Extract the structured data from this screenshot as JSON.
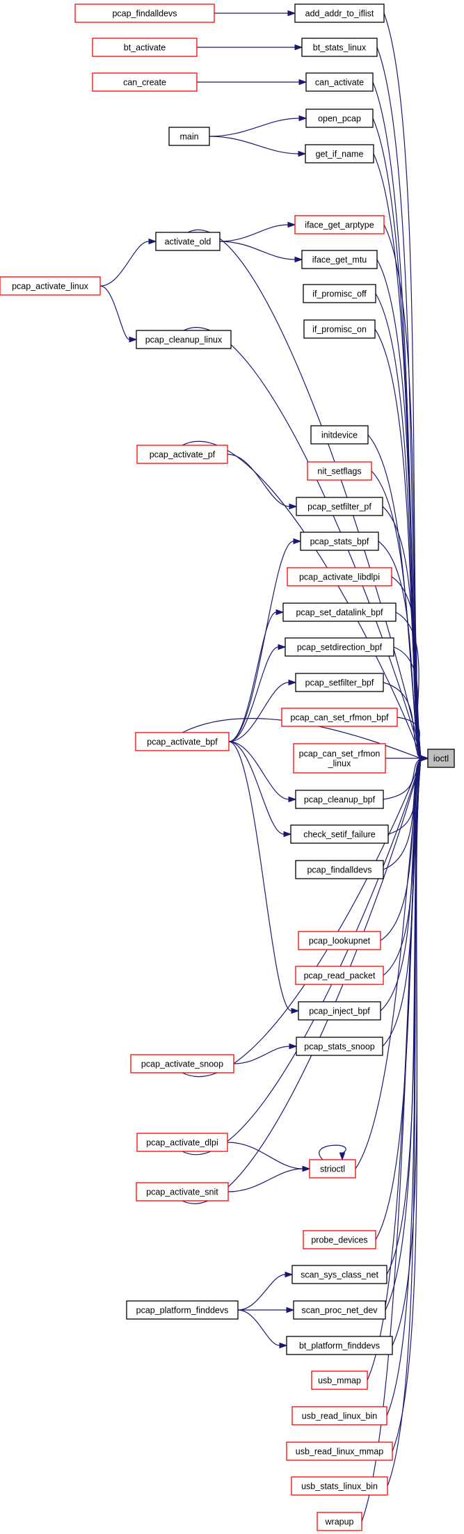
{
  "graph": {
    "target": "ioctl",
    "nodes": [
      {
        "id": "pcap_findalldevs_top",
        "label": "pcap_findalldevs",
        "style": "red"
      },
      {
        "id": "add_addr_to_iflist",
        "label": "add_addr_to_iflist",
        "style": "black"
      },
      {
        "id": "bt_activate",
        "label": "bt_activate",
        "style": "red"
      },
      {
        "id": "bt_stats_linux",
        "label": "bt_stats_linux",
        "style": "black"
      },
      {
        "id": "can_create",
        "label": "can_create",
        "style": "red"
      },
      {
        "id": "can_activate",
        "label": "can_activate",
        "style": "black"
      },
      {
        "id": "main",
        "label": "main",
        "style": "black"
      },
      {
        "id": "open_pcap",
        "label": "open_pcap",
        "style": "black"
      },
      {
        "id": "get_if_name",
        "label": "get_if_name",
        "style": "black"
      },
      {
        "id": "activate_old",
        "label": "activate_old",
        "style": "black"
      },
      {
        "id": "iface_get_arptype",
        "label": "iface_get_arptype",
        "style": "red"
      },
      {
        "id": "iface_get_mtu",
        "label": "iface_get_mtu",
        "style": "black"
      },
      {
        "id": "pcap_activate_linux",
        "label": "pcap_activate_linux",
        "style": "red"
      },
      {
        "id": "if_promisc_off",
        "label": "if_promisc_off",
        "style": "black"
      },
      {
        "id": "if_promisc_on",
        "label": "if_promisc_on",
        "style": "black"
      },
      {
        "id": "pcap_cleanup_linux",
        "label": "pcap_cleanup_linux",
        "style": "black"
      },
      {
        "id": "initdevice",
        "label": "initdevice",
        "style": "black"
      },
      {
        "id": "pcap_activate_pf",
        "label": "pcap_activate_pf",
        "style": "red"
      },
      {
        "id": "nit_setflags",
        "label": "nit_setflags",
        "style": "red"
      },
      {
        "id": "pcap_setfilter_pf",
        "label": "pcap_setfilter_pf",
        "style": "black"
      },
      {
        "id": "pcap_stats_bpf",
        "label": "pcap_stats_bpf",
        "style": "black"
      },
      {
        "id": "pcap_activate_libdlpi",
        "label": "pcap_activate_libdlpi",
        "style": "red"
      },
      {
        "id": "pcap_set_datalink_bpf",
        "label": "pcap_set_datalink_bpf",
        "style": "black"
      },
      {
        "id": "pcap_setdirection_bpf",
        "label": "pcap_setdirection_bpf",
        "style": "black"
      },
      {
        "id": "pcap_setfilter_bpf",
        "label": "pcap_setfilter_bpf",
        "style": "black"
      },
      {
        "id": "pcap_can_set_rfmon_bpf",
        "label": "pcap_can_set_rfmon_bpf",
        "style": "red"
      },
      {
        "id": "pcap_activate_bpf",
        "label": "pcap_activate_bpf",
        "style": "red"
      },
      {
        "id": "pcap_can_set_rfmon_linux",
        "label": "pcap_can_set_rfmon\n_linux",
        "style": "red"
      },
      {
        "id": "ioctl",
        "label": "ioctl",
        "style": "target"
      },
      {
        "id": "pcap_cleanup_bpf",
        "label": "pcap_cleanup_bpf",
        "style": "black"
      },
      {
        "id": "check_setif_failure",
        "label": "check_setif_failure",
        "style": "black"
      },
      {
        "id": "pcap_findalldevs",
        "label": "pcap_findalldevs",
        "style": "black"
      },
      {
        "id": "pcap_lookupnet",
        "label": "pcap_lookupnet",
        "style": "red"
      },
      {
        "id": "pcap_read_packet",
        "label": "pcap_read_packet",
        "style": "red"
      },
      {
        "id": "pcap_inject_bpf",
        "label": "pcap_inject_bpf",
        "style": "black"
      },
      {
        "id": "pcap_stats_snoop",
        "label": "pcap_stats_snoop",
        "style": "black"
      },
      {
        "id": "pcap_activate_snoop",
        "label": "pcap_activate_snoop",
        "style": "red"
      },
      {
        "id": "pcap_activate_dlpi",
        "label": "pcap_activate_dlpi",
        "style": "red"
      },
      {
        "id": "strioctl",
        "label": "strioctl",
        "style": "red"
      },
      {
        "id": "pcap_activate_snit",
        "label": "pcap_activate_snit",
        "style": "red"
      },
      {
        "id": "probe_devices",
        "label": "probe_devices",
        "style": "red"
      },
      {
        "id": "scan_sys_class_net",
        "label": "scan_sys_class_net",
        "style": "black"
      },
      {
        "id": "pcap_platform_finddevs",
        "label": "pcap_platform_finddevs",
        "style": "black"
      },
      {
        "id": "scan_proc_net_dev",
        "label": "scan_proc_net_dev",
        "style": "black"
      },
      {
        "id": "bt_platform_finddevs",
        "label": "bt_platform_finddevs",
        "style": "black"
      },
      {
        "id": "usb_mmap",
        "label": "usb_mmap",
        "style": "red"
      },
      {
        "id": "usb_read_linux_bin",
        "label": "usb_read_linux_bin",
        "style": "red"
      },
      {
        "id": "usb_read_linux_mmap",
        "label": "usb_read_linux_mmap",
        "style": "red"
      },
      {
        "id": "usb_stats_linux_bin",
        "label": "usb_stats_linux_bin",
        "style": "red"
      },
      {
        "id": "wrapup",
        "label": "wrapup",
        "style": "red"
      }
    ],
    "edges": [
      [
        "pcap_findalldevs_top",
        "add_addr_to_iflist"
      ],
      [
        "bt_activate",
        "bt_stats_linux"
      ],
      [
        "can_create",
        "can_activate"
      ],
      [
        "main",
        "open_pcap"
      ],
      [
        "main",
        "get_if_name"
      ],
      [
        "activate_old",
        "iface_get_arptype"
      ],
      [
        "activate_old",
        "iface_get_mtu"
      ],
      [
        "pcap_activate_linux",
        "activate_old"
      ],
      [
        "pcap_activate_linux",
        "pcap_cleanup_linux"
      ],
      [
        "pcap_activate_pf",
        "pcap_setfilter_pf"
      ],
      [
        "pcap_activate_bpf",
        "pcap_stats_bpf"
      ],
      [
        "pcap_activate_bpf",
        "pcap_set_datalink_bpf"
      ],
      [
        "pcap_activate_bpf",
        "pcap_setdirection_bpf"
      ],
      [
        "pcap_activate_bpf",
        "pcap_setfilter_bpf"
      ],
      [
        "pcap_activate_bpf",
        "pcap_cleanup_bpf"
      ],
      [
        "pcap_activate_bpf",
        "check_setif_failure"
      ],
      [
        "pcap_activate_bpf",
        "pcap_inject_bpf"
      ],
      [
        "pcap_activate_snoop",
        "pcap_stats_snoop"
      ],
      [
        "pcap_activate_dlpi",
        "strioctl"
      ],
      [
        "pcap_activate_snit",
        "strioctl"
      ],
      [
        "strioctl",
        "strioctl"
      ],
      [
        "pcap_platform_finddevs",
        "scan_sys_class_net"
      ],
      [
        "pcap_platform_finddevs",
        "scan_proc_net_dev"
      ],
      [
        "pcap_platform_finddevs",
        "bt_platform_finddevs"
      ],
      [
        "add_addr_to_iflist",
        "ioctl"
      ],
      [
        "bt_stats_linux",
        "ioctl"
      ],
      [
        "can_activate",
        "ioctl"
      ],
      [
        "open_pcap",
        "ioctl"
      ],
      [
        "get_if_name",
        "ioctl"
      ],
      [
        "activate_old",
        "ioctl"
      ],
      [
        "iface_get_arptype",
        "ioctl"
      ],
      [
        "iface_get_mtu",
        "ioctl"
      ],
      [
        "if_promisc_off",
        "ioctl"
      ],
      [
        "if_promisc_on",
        "ioctl"
      ],
      [
        "pcap_cleanup_linux",
        "ioctl"
      ],
      [
        "pcap_activate_pf",
        "ioctl"
      ],
      [
        "initdevice",
        "ioctl"
      ],
      [
        "nit_setflags",
        "ioctl"
      ],
      [
        "pcap_setfilter_pf",
        "ioctl"
      ],
      [
        "pcap_stats_bpf",
        "ioctl"
      ],
      [
        "pcap_activate_libdlpi",
        "ioctl"
      ],
      [
        "pcap_set_datalink_bpf",
        "ioctl"
      ],
      [
        "pcap_setdirection_bpf",
        "ioctl"
      ],
      [
        "pcap_setfilter_bpf",
        "ioctl"
      ],
      [
        "pcap_can_set_rfmon_bpf",
        "ioctl"
      ],
      [
        "pcap_can_set_rfmon_linux",
        "ioctl"
      ],
      [
        "pcap_activate_bpf",
        "ioctl"
      ],
      [
        "pcap_cleanup_bpf",
        "ioctl"
      ],
      [
        "check_setif_failure",
        "ioctl"
      ],
      [
        "pcap_findalldevs",
        "ioctl"
      ],
      [
        "pcap_lookupnet",
        "ioctl"
      ],
      [
        "pcap_read_packet",
        "ioctl"
      ],
      [
        "pcap_inject_bpf",
        "ioctl"
      ],
      [
        "pcap_stats_snoop",
        "ioctl"
      ],
      [
        "pcap_activate_snoop",
        "ioctl"
      ],
      [
        "pcap_activate_dlpi",
        "ioctl"
      ],
      [
        "strioctl",
        "ioctl"
      ],
      [
        "pcap_activate_snit",
        "ioctl"
      ],
      [
        "probe_devices",
        "ioctl"
      ],
      [
        "scan_sys_class_net",
        "ioctl"
      ],
      [
        "scan_proc_net_dev",
        "ioctl"
      ],
      [
        "bt_platform_finddevs",
        "ioctl"
      ],
      [
        "usb_mmap",
        "ioctl"
      ],
      [
        "usb_read_linux_bin",
        "ioctl"
      ],
      [
        "usb_read_linux_mmap",
        "ioctl"
      ],
      [
        "usb_stats_linux_bin",
        "ioctl"
      ],
      [
        "wrapup",
        "ioctl"
      ]
    ]
  }
}
